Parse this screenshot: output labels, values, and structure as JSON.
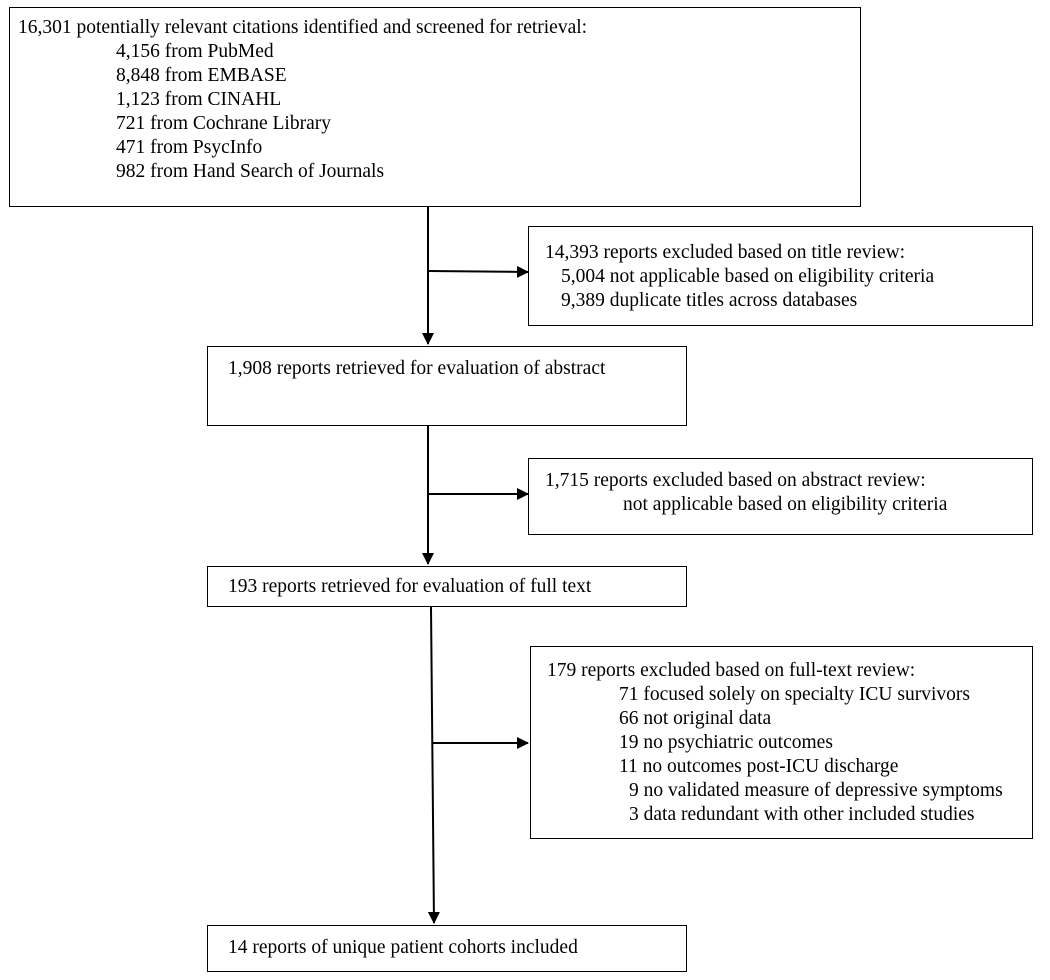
{
  "identification": {
    "heading": "16,301 potentially relevant citations identified and screened for retrieval:",
    "sources": [
      "4,156 from PubMed",
      "8,848 from EMBASE",
      "1,123 from CINAHL",
      "721 from Cochrane Library",
      "471 from PsycInfo",
      "982 from Hand Search of Journals"
    ]
  },
  "title_exclusion": {
    "heading": "14,393 reports excluded based on title review:",
    "reasons": [
      "5,004 not applicable based on eligibility criteria",
      "9,389 duplicate titles across databases"
    ]
  },
  "abstract_retrieval": {
    "text": "1,908 reports retrieved for evaluation of abstract"
  },
  "abstract_exclusion": {
    "heading": "1,715 reports excluded based on abstract review:",
    "reasons": [
      "not applicable based on eligibility criteria"
    ]
  },
  "fulltext_retrieval": {
    "text": "193 reports retrieved for evaluation of full text"
  },
  "fulltext_exclusion": {
    "heading": "179 reports excluded based on full-text review:",
    "reasons": [
      "71 focused solely on specialty ICU survivors",
      "66 not original data",
      "19 no psychiatric outcomes",
      "11 no outcomes post-ICU discharge",
      "9 no validated measure of depressive symptoms",
      "3 data redundant with other included studies"
    ]
  },
  "included": {
    "text": "14 reports of unique patient cohorts included"
  }
}
